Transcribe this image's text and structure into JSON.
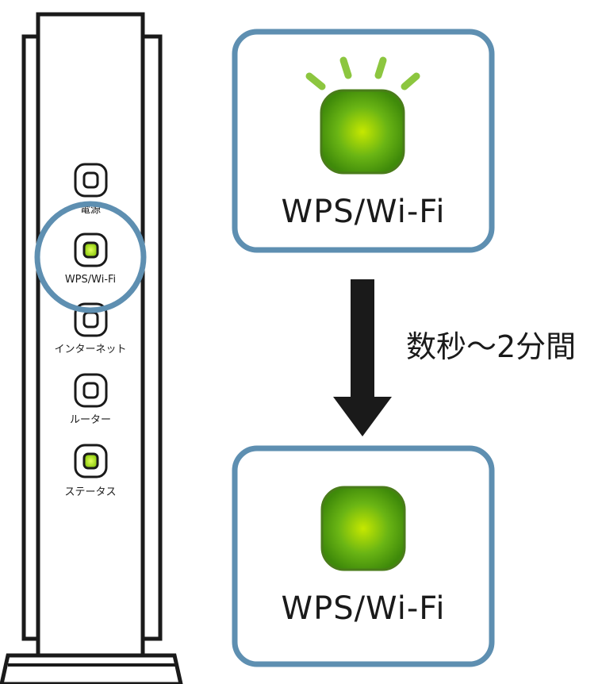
{
  "router": {
    "leds": [
      {
        "label": "電源",
        "lit": false
      },
      {
        "label": "WPS/Wi-Fi",
        "lit": true
      },
      {
        "label": "インターネット",
        "lit": false
      },
      {
        "label": "ルーター",
        "lit": false
      },
      {
        "label": "ステータス",
        "lit": true
      }
    ]
  },
  "panels": {
    "before": {
      "label": "WPS/Wi-Fi",
      "state": "blinking"
    },
    "after": {
      "label": "WPS/Wi-Fi",
      "state": "steady"
    }
  },
  "duration_label": "数秒～2分間",
  "colors": {
    "panel_border": "#5e8fb1",
    "led_green": "#5aa50d",
    "led_green_light": "#c6e800",
    "blink_ray": "#8cc63f",
    "outline": "#1a1a1a"
  }
}
